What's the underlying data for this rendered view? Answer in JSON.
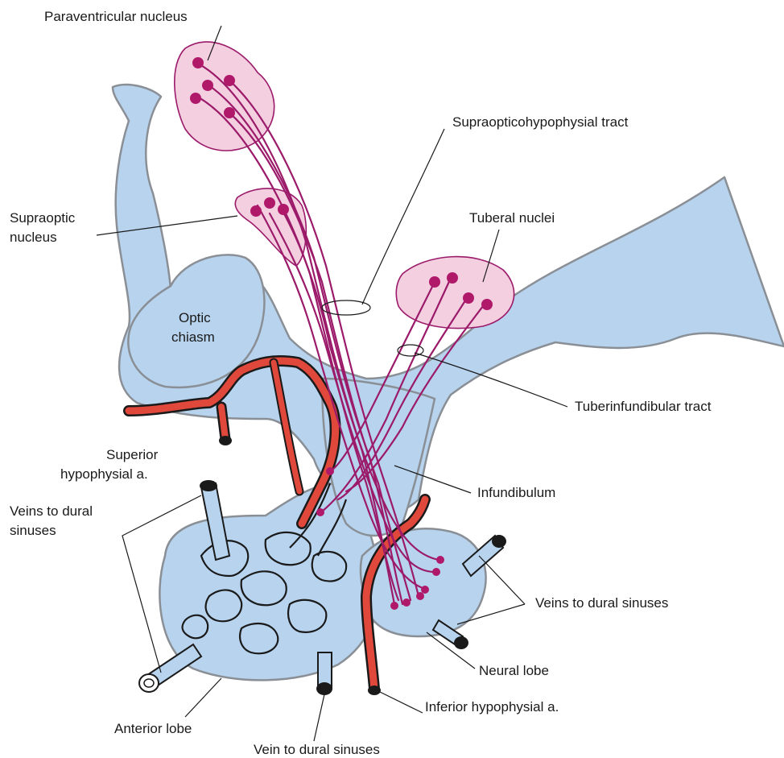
{
  "labels": {
    "paraventricular": "Paraventricular nucleus",
    "supraopticohypophysial": "Supraopticohypophysial tract",
    "supraoptic_l1": "Supraoptic",
    "supraoptic_l2": "nucleus",
    "tuberal": "Tuberal nuclei",
    "optic_l1": "Optic",
    "optic_l2": "chiasm",
    "tuberinfundibular": "Tuberinfundibular tract",
    "superior_l1": "Superior",
    "superior_l2": "hypophysial a.",
    "veins_left_l1": "Veins to dural",
    "veins_left_l2": "sinuses",
    "infundibulum": "Infundibulum",
    "veins_right": "Veins to dural sinuses",
    "neural_lobe": "Neural lobe",
    "inferior": "Inferior hypophysial a.",
    "anterior_lobe": "Anterior lobe",
    "vein_bottom": "Vein to dural sinuses"
  },
  "colors": {
    "tissue": "#b7d3ee",
    "tissue_outline": "#8a8f96",
    "nucleus_fill": "#f3cfe0",
    "neuron": "#9b1a6a",
    "artery": "#e0483c",
    "portal_vessels": "#1a1a1a"
  }
}
